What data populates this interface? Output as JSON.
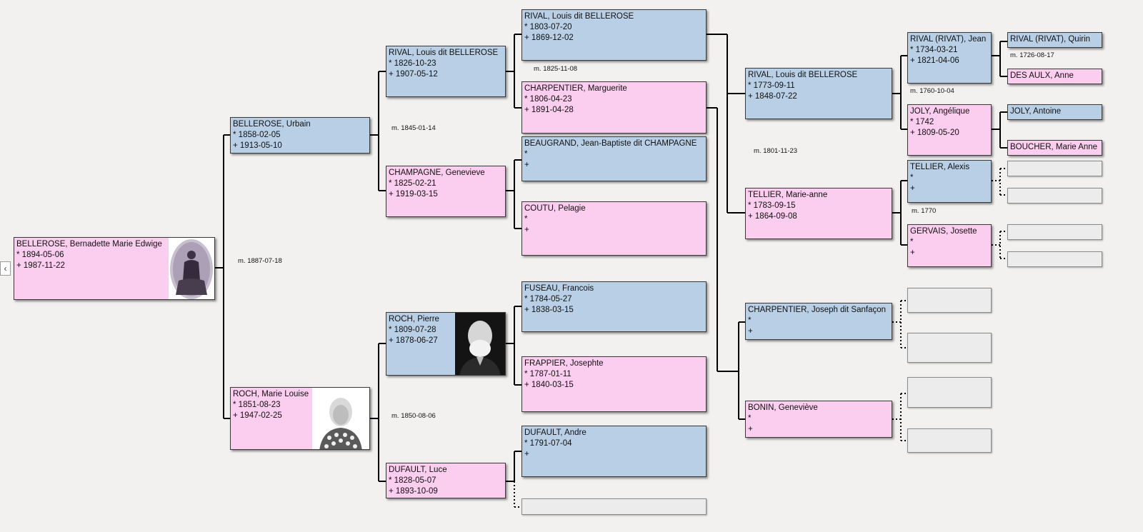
{
  "nav": {
    "back_label": "‹"
  },
  "people": {
    "root": {
      "name": "BELLEROSE, Bernadette Marie Edwige",
      "birth": "* 1894-05-06",
      "death": "+ 1987-11-22"
    },
    "p1": {
      "name": "BELLEROSE, Urbain",
      "birth": "* 1858-02-05",
      "death": "+ 1913-05-10"
    },
    "p2": {
      "name": "ROCH, Marie Louise",
      "birth": "* 1851-08-23",
      "death": "+ 1947-02-25"
    },
    "g1": {
      "name": "RIVAL, Louis dit BELLEROSE",
      "birth": "* 1826-10-23",
      "death": "+ 1907-05-12"
    },
    "g2": {
      "name": "CHAMPAGNE, Genevieve",
      "birth": "* 1825-02-21",
      "death": "+ 1919-03-15"
    },
    "g3": {
      "name": "ROCH, Pierre",
      "birth": "* 1809-07-28",
      "death": "+ 1878-06-27"
    },
    "g4": {
      "name": "DUFAULT, Luce",
      "birth": "* 1828-05-07",
      "death": "+ 1893-10-09"
    },
    "gg1": {
      "name": "RIVAL, Louis dit BELLEROSE",
      "birth": "* 1803-07-20",
      "death": "+ 1869-12-02"
    },
    "gg2": {
      "name": "CHARPENTIER, Marguerite",
      "birth": "* 1806-04-23",
      "death": "+ 1891-04-28"
    },
    "gg3": {
      "name": "BEAUGRAND, Jean-Baptiste dit CHAMPAGNE",
      "birth": "*",
      "death": "+"
    },
    "gg4": {
      "name": "COUTU, Pelagie",
      "birth": "*",
      "death": "+"
    },
    "gg5": {
      "name": "FUSEAU, Francois",
      "birth": "* 1784-05-27",
      "death": "+ 1838-03-15"
    },
    "gg6": {
      "name": "FRAPPIER, Josephte",
      "birth": "* 1787-01-11",
      "death": "+ 1840-03-15"
    },
    "gg7": {
      "name": "DUFAULT, Andre",
      "birth": "* 1791-07-04",
      "death": "+"
    },
    "ggg1": {
      "name": "RIVAL, Louis dit BELLEROSE",
      "birth": "* 1773-09-11",
      "death": "+ 1848-07-22"
    },
    "ggg2": {
      "name": "TELLIER, Marie-anne",
      "birth": "* 1783-09-15",
      "death": "+ 1864-09-08"
    },
    "ggg3": {
      "name": "CHARPENTIER, Joseph dit Sanfaçon",
      "birth": "*",
      "death": "+"
    },
    "ggg4": {
      "name": "BONIN, Geneviève",
      "birth": "*",
      "death": "+"
    },
    "h1": {
      "name": "RIVAL (RIVAT), Jean",
      "birth": "* 1734-03-21",
      "death": "+ 1821-04-06"
    },
    "h2": {
      "name": "JOLY, Angélique",
      "birth": "* 1742",
      "death": "+ 1809-05-20"
    },
    "h3": {
      "name": "TELLIER, Alexis",
      "birth": "*",
      "death": "+"
    },
    "h4": {
      "name": "GERVAIS, Josette",
      "birth": "*",
      "death": "+"
    },
    "i1": {
      "name": "RIVAL (RIVAT), Quirin"
    },
    "i2": {
      "name": "DES AULX, Anne"
    },
    "i3": {
      "name": "JOLY, Antoine"
    },
    "i4": {
      "name": "BOUCHER, Marie Anne"
    }
  },
  "marriages": {
    "root": "m. 1887-07-18",
    "p1": "m. 1845-01-14",
    "p2": "m. 1850-08-06",
    "g1": "m. 1825-11-08",
    "gg2": "m. 1801-11-23",
    "ggg1": "m. 1760-10-04",
    "ggg2": "m. 1770",
    "h1": "m. 1726-08-17"
  }
}
